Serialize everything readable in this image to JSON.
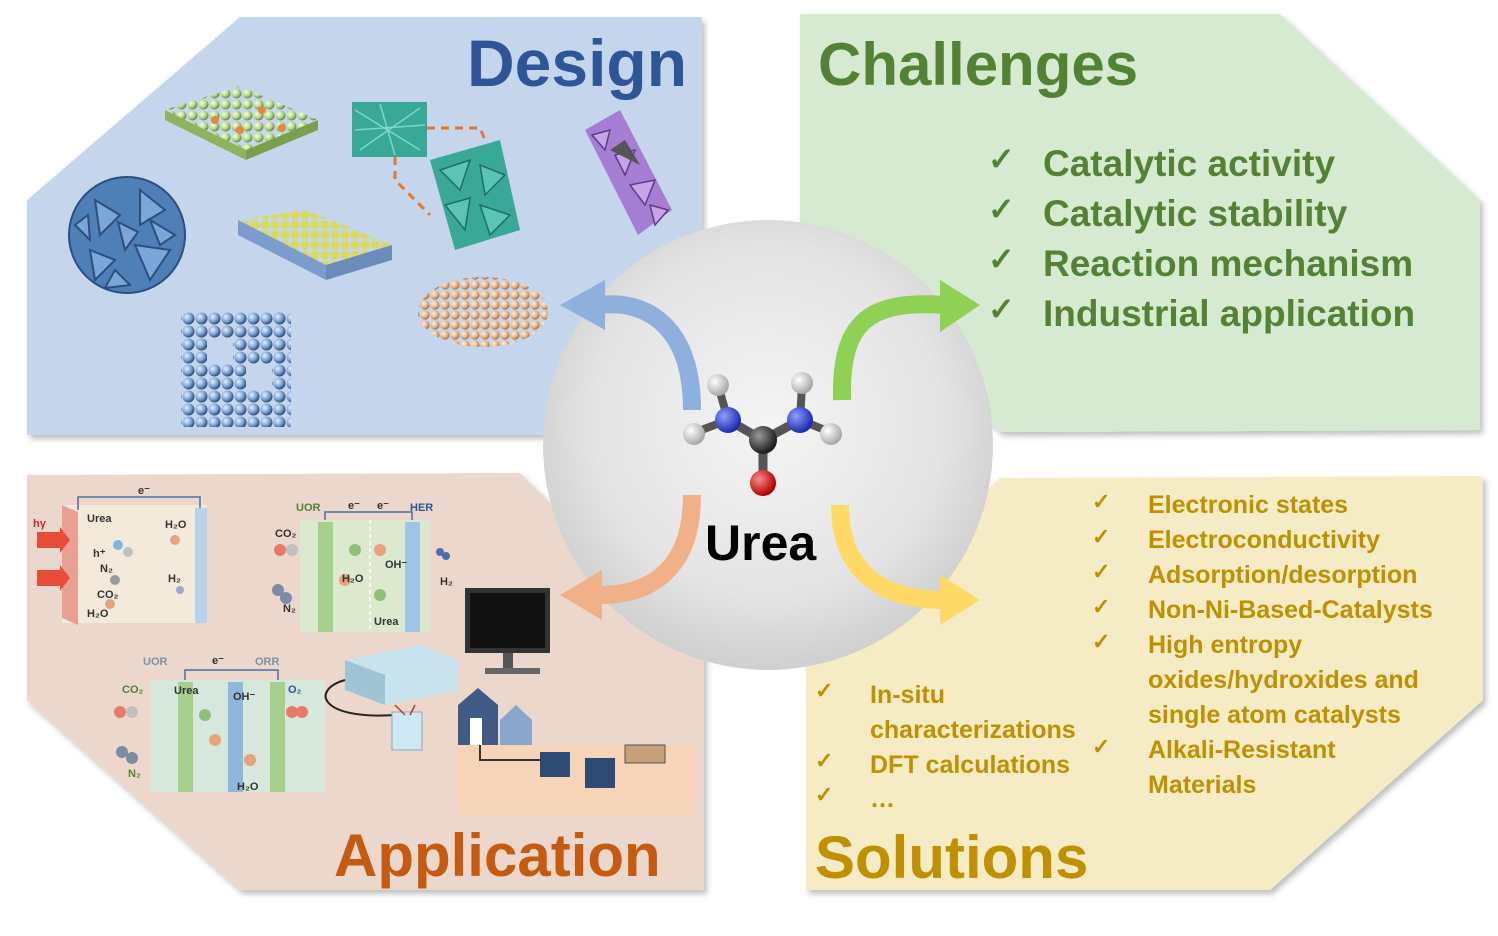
{
  "center": {
    "label": "Urea"
  },
  "design": {
    "title": "Design",
    "color": "#2e5597",
    "bg": "#c5d6ec"
  },
  "challenges": {
    "title": "Challenges",
    "color": "#548235",
    "bg": "#d5ead0",
    "check": "✓",
    "items": [
      "Catalytic activity",
      "Catalytic stability",
      "Reaction mechanism",
      "Industrial application"
    ]
  },
  "application": {
    "title": "Application",
    "color": "#c55a11",
    "bg": "#ecd7cc",
    "photo": {
      "hv": "hγ",
      "e": "e⁻",
      "urea": "Urea",
      "h2o": "H₂O",
      "h": "h⁺",
      "n2": "N₂",
      "co2": "CO₂",
      "h2": "H₂"
    },
    "cell1": {
      "uor": "UOR",
      "her": "HER",
      "e": "e⁻",
      "co2": "CO₂",
      "n2": "N₂",
      "h2o": "H₂O",
      "oh": "OH⁻",
      "urea": "Urea",
      "h2": "H₂"
    },
    "cell2": {
      "uor": "UOR",
      "orr": "ORR",
      "e": "e⁻",
      "co2": "CO₂",
      "urea": "Urea",
      "oh": "OH⁻",
      "o2": "O₂",
      "n2": "N₂",
      "h2o": "H₂O"
    }
  },
  "solutions": {
    "title": "Solutions",
    "color": "#bf9000",
    "bg": "#f5ecc5",
    "check": "✓",
    "right_items": [
      {
        "lines": [
          "Electronic states"
        ],
        "checked": true
      },
      {
        "lines": [
          "Electroconductivity"
        ],
        "checked": true
      },
      {
        "lines": [
          "Adsorption/desorption"
        ],
        "checked": true
      },
      {
        "lines": [
          "Non-Ni-Based-Catalysts"
        ],
        "checked": true
      },
      {
        "lines": [
          "High entropy",
          "oxides/hydroxides and",
          "single atom catalysts"
        ],
        "checked": true
      },
      {
        "lines": [
          "Alkali-Resistant",
          "Materials"
        ],
        "checked": true
      }
    ],
    "left_items": [
      {
        "lines": [
          "In-situ",
          "characterizations"
        ],
        "checked": true
      },
      {
        "lines": [
          "DFT calculations"
        ],
        "checked": true
      },
      {
        "lines": [
          "…"
        ],
        "checked": true
      }
    ]
  }
}
